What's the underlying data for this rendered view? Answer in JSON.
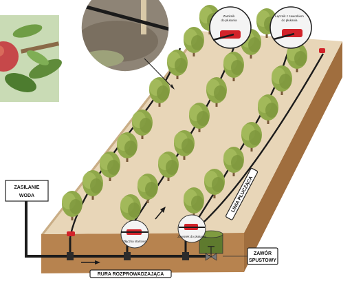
{
  "labels": {
    "supply_line1": "ZASILANIE",
    "supply_line2": "WODA",
    "main_pipe": "RURA ROZPROWADZAJĄCA",
    "drain_valve_line1": "ZAWÓR",
    "drain_valve_line2": "SPUSTOWY",
    "flush_line": "LINIA PŁUCZĄCA"
  },
  "callouts": {
    "top_left_line1": "Zamknik",
    "top_left_line2": "do płukania",
    "top_right_line1": "Łącznik z zaworkiem",
    "top_right_line2": "do płukania",
    "bottom_left": "Złączka startowa",
    "bottom_right": "Zaworek do płukania"
  },
  "colors": {
    "soil_top": "#e8d6b8",
    "soil_side": "#c99766",
    "soil_front": "#b7834f",
    "pipe": "#1b1b1b",
    "fitting": "#d2232a",
    "tree_crown": "#8fa84a",
    "tree_trunk": "#7a5a3a"
  }
}
